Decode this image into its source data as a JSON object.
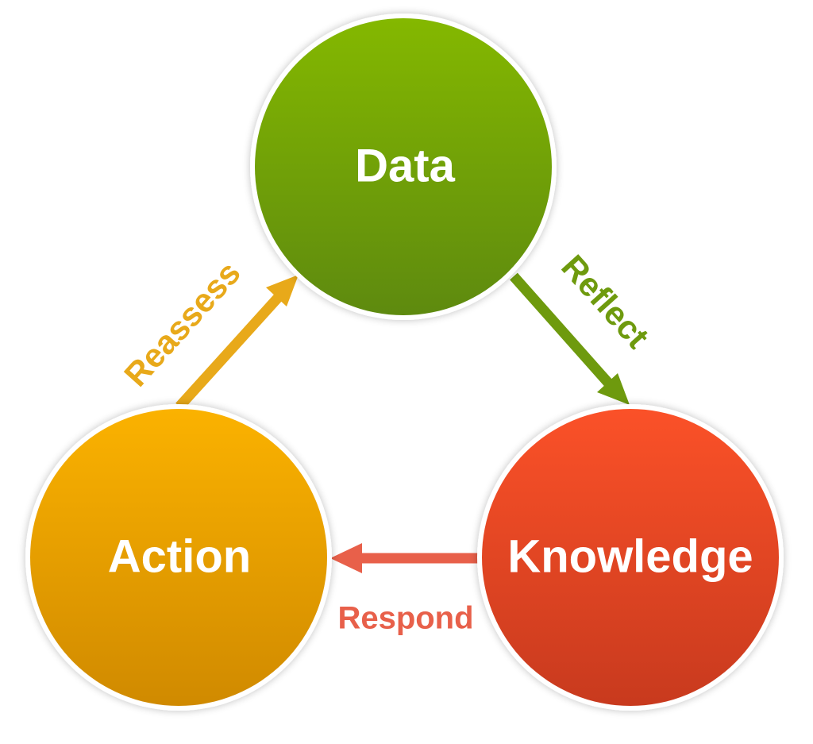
{
  "nodes": {
    "data": {
      "label": "Data",
      "color_top": "#84b800",
      "color_bottom": "#5e8a0f"
    },
    "knowledge": {
      "label": "Knowledge",
      "color_top": "#fb5128",
      "color_bottom": "#c83a1e"
    },
    "action": {
      "label": "Action",
      "color_top": "#fbb200",
      "color_bottom": "#d08a00"
    }
  },
  "edges": {
    "reflect": {
      "label": "Reflect",
      "color": "#6e9a0e"
    },
    "respond": {
      "label": "Respond",
      "color": "#e8604a"
    },
    "reassess": {
      "label": "Reassess",
      "color": "#e8a91a"
    }
  }
}
